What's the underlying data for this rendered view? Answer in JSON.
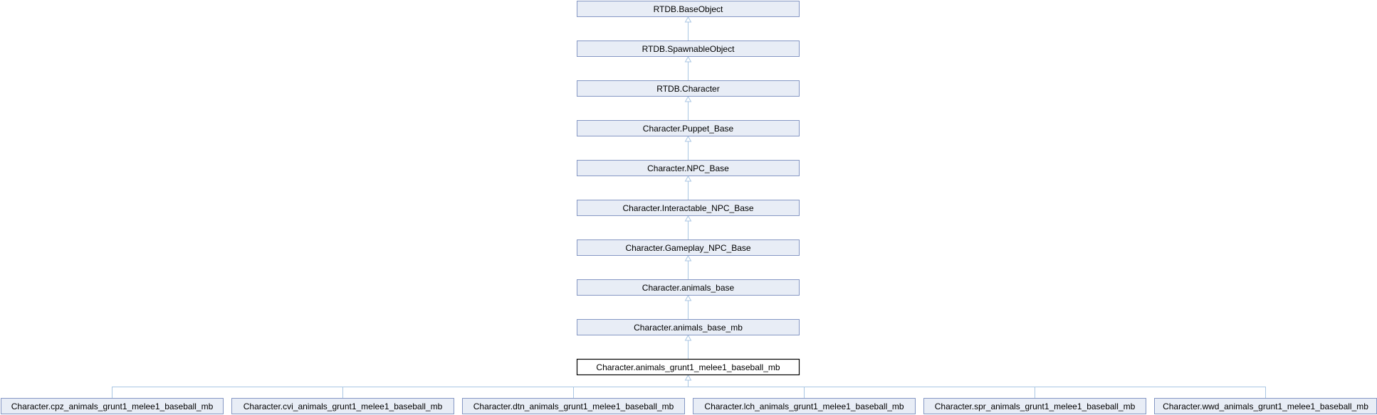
{
  "chain": [
    "RTDB.BaseObject",
    "RTDB.SpawnableObject",
    "RTDB.Character",
    "Character.Puppet_Base",
    "Character.NPC_Base",
    "Character.Interactable_NPC_Base",
    "Character.Gameplay_NPC_Base",
    "Character.animals_base",
    "Character.animals_base_mb",
    "Character.animals_grunt1_melee1_baseball_mb"
  ],
  "current_index": 9,
  "children": [
    "Character.cpz_animals_grunt1_melee1_baseball_mb",
    "Character.cvi_animals_grunt1_melee1_baseball_mb",
    "Character.dtn_animals_grunt1_melee1_baseball_mb",
    "Character.lch_animals_grunt1_melee1_baseball_mb",
    "Character.spr_animals_grunt1_melee1_baseball_mb",
    "Character.wwd_animals_grunt1_melee1_baseball_mb"
  ],
  "colors": {
    "node_fill": "#e8edf6",
    "node_border": "#8597c4",
    "current_fill": "#ffffff",
    "current_border": "#000000",
    "edge": "#a9c6e3"
  }
}
